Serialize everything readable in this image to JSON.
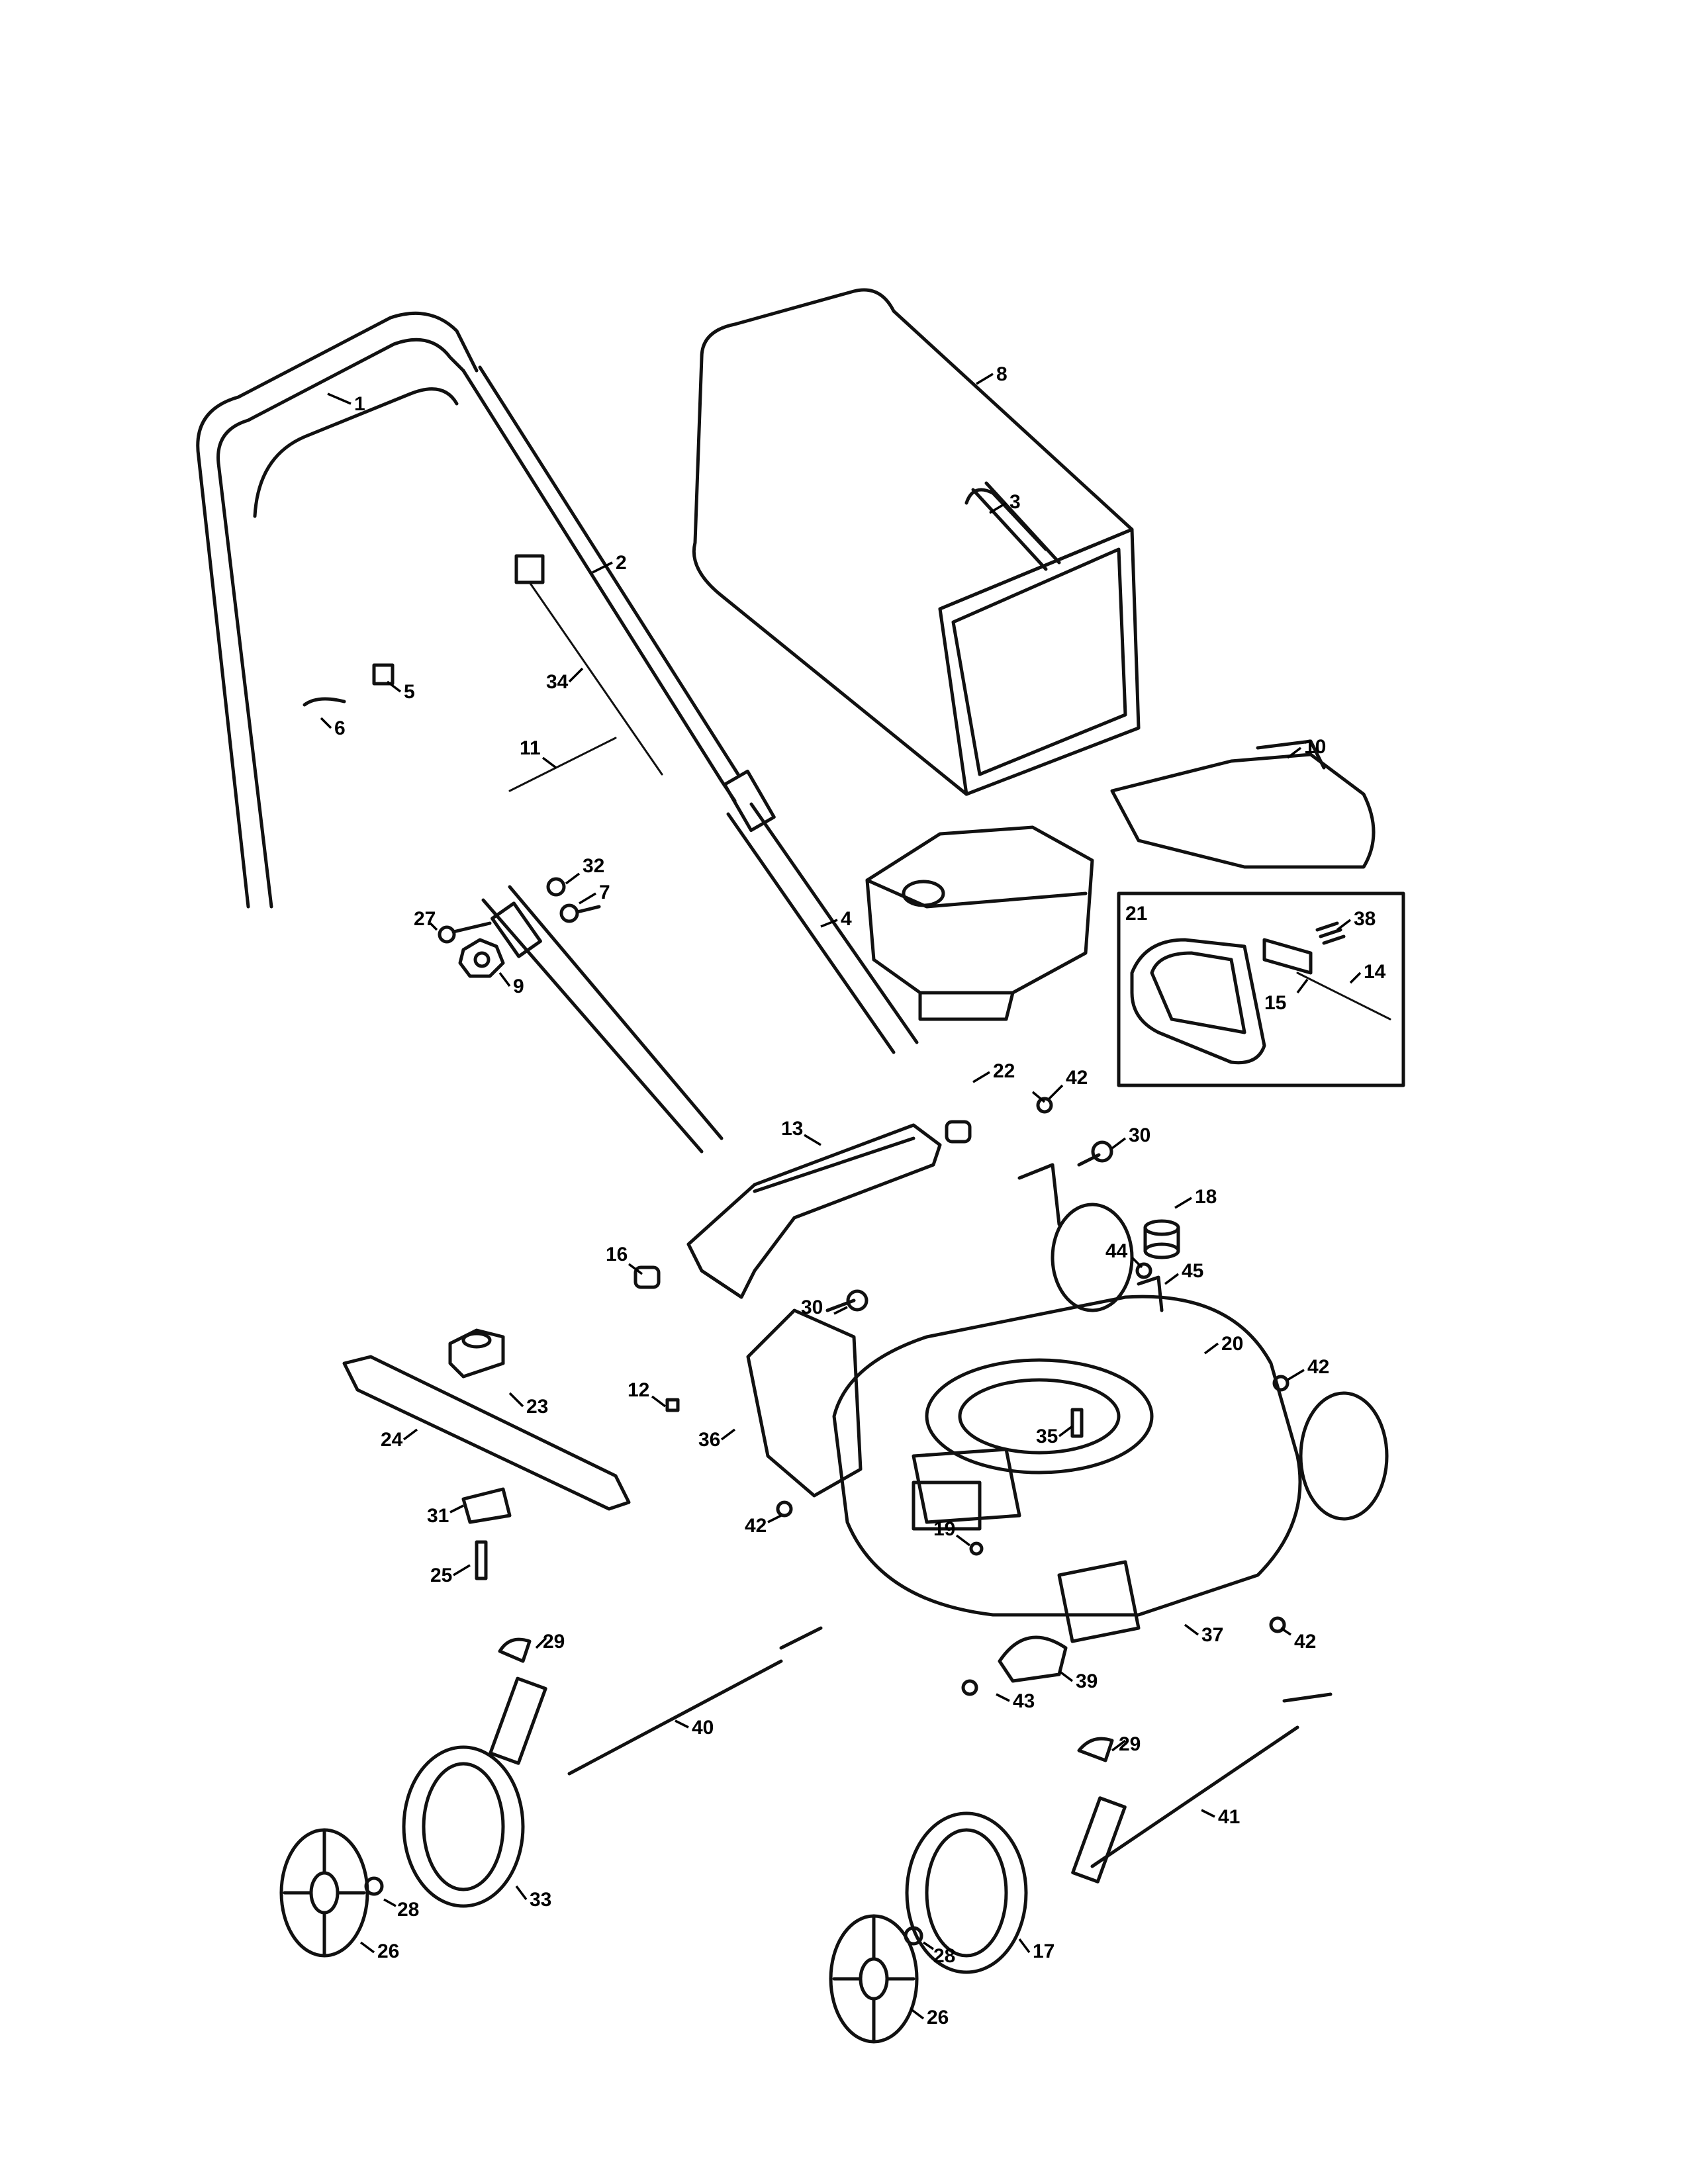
{
  "diagram": {
    "callouts": [
      "1",
      "2",
      "3",
      "4",
      "5",
      "6",
      "7",
      "8",
      "9",
      "10",
      "11",
      "12",
      "13",
      "14",
      "15",
      "16",
      "17",
      "18",
      "19",
      "20",
      "21",
      "22",
      "23",
      "24",
      "25",
      "26",
      "26",
      "27",
      "28",
      "28",
      "29",
      "29",
      "30",
      "30",
      "31",
      "32",
      "33",
      "34",
      "35",
      "36",
      "37",
      "38",
      "39",
      "40",
      "41",
      "42",
      "42",
      "42",
      "42",
      "42",
      "43",
      "44",
      "45"
    ]
  }
}
